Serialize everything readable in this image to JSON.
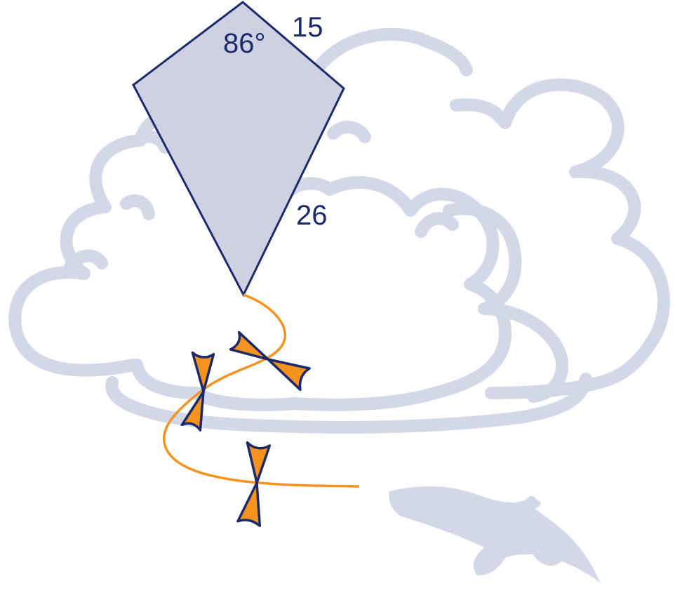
{
  "labels": {
    "angle": "86°",
    "short_side": "15",
    "long_side": "26"
  },
  "colors": {
    "cloud": "#d3d8e8",
    "kite_fill": "#cdd1e2",
    "outline": "#1b2a6b",
    "string": "#f5931e",
    "bow": "#f5931e",
    "bird": "#d3d8e8"
  }
}
